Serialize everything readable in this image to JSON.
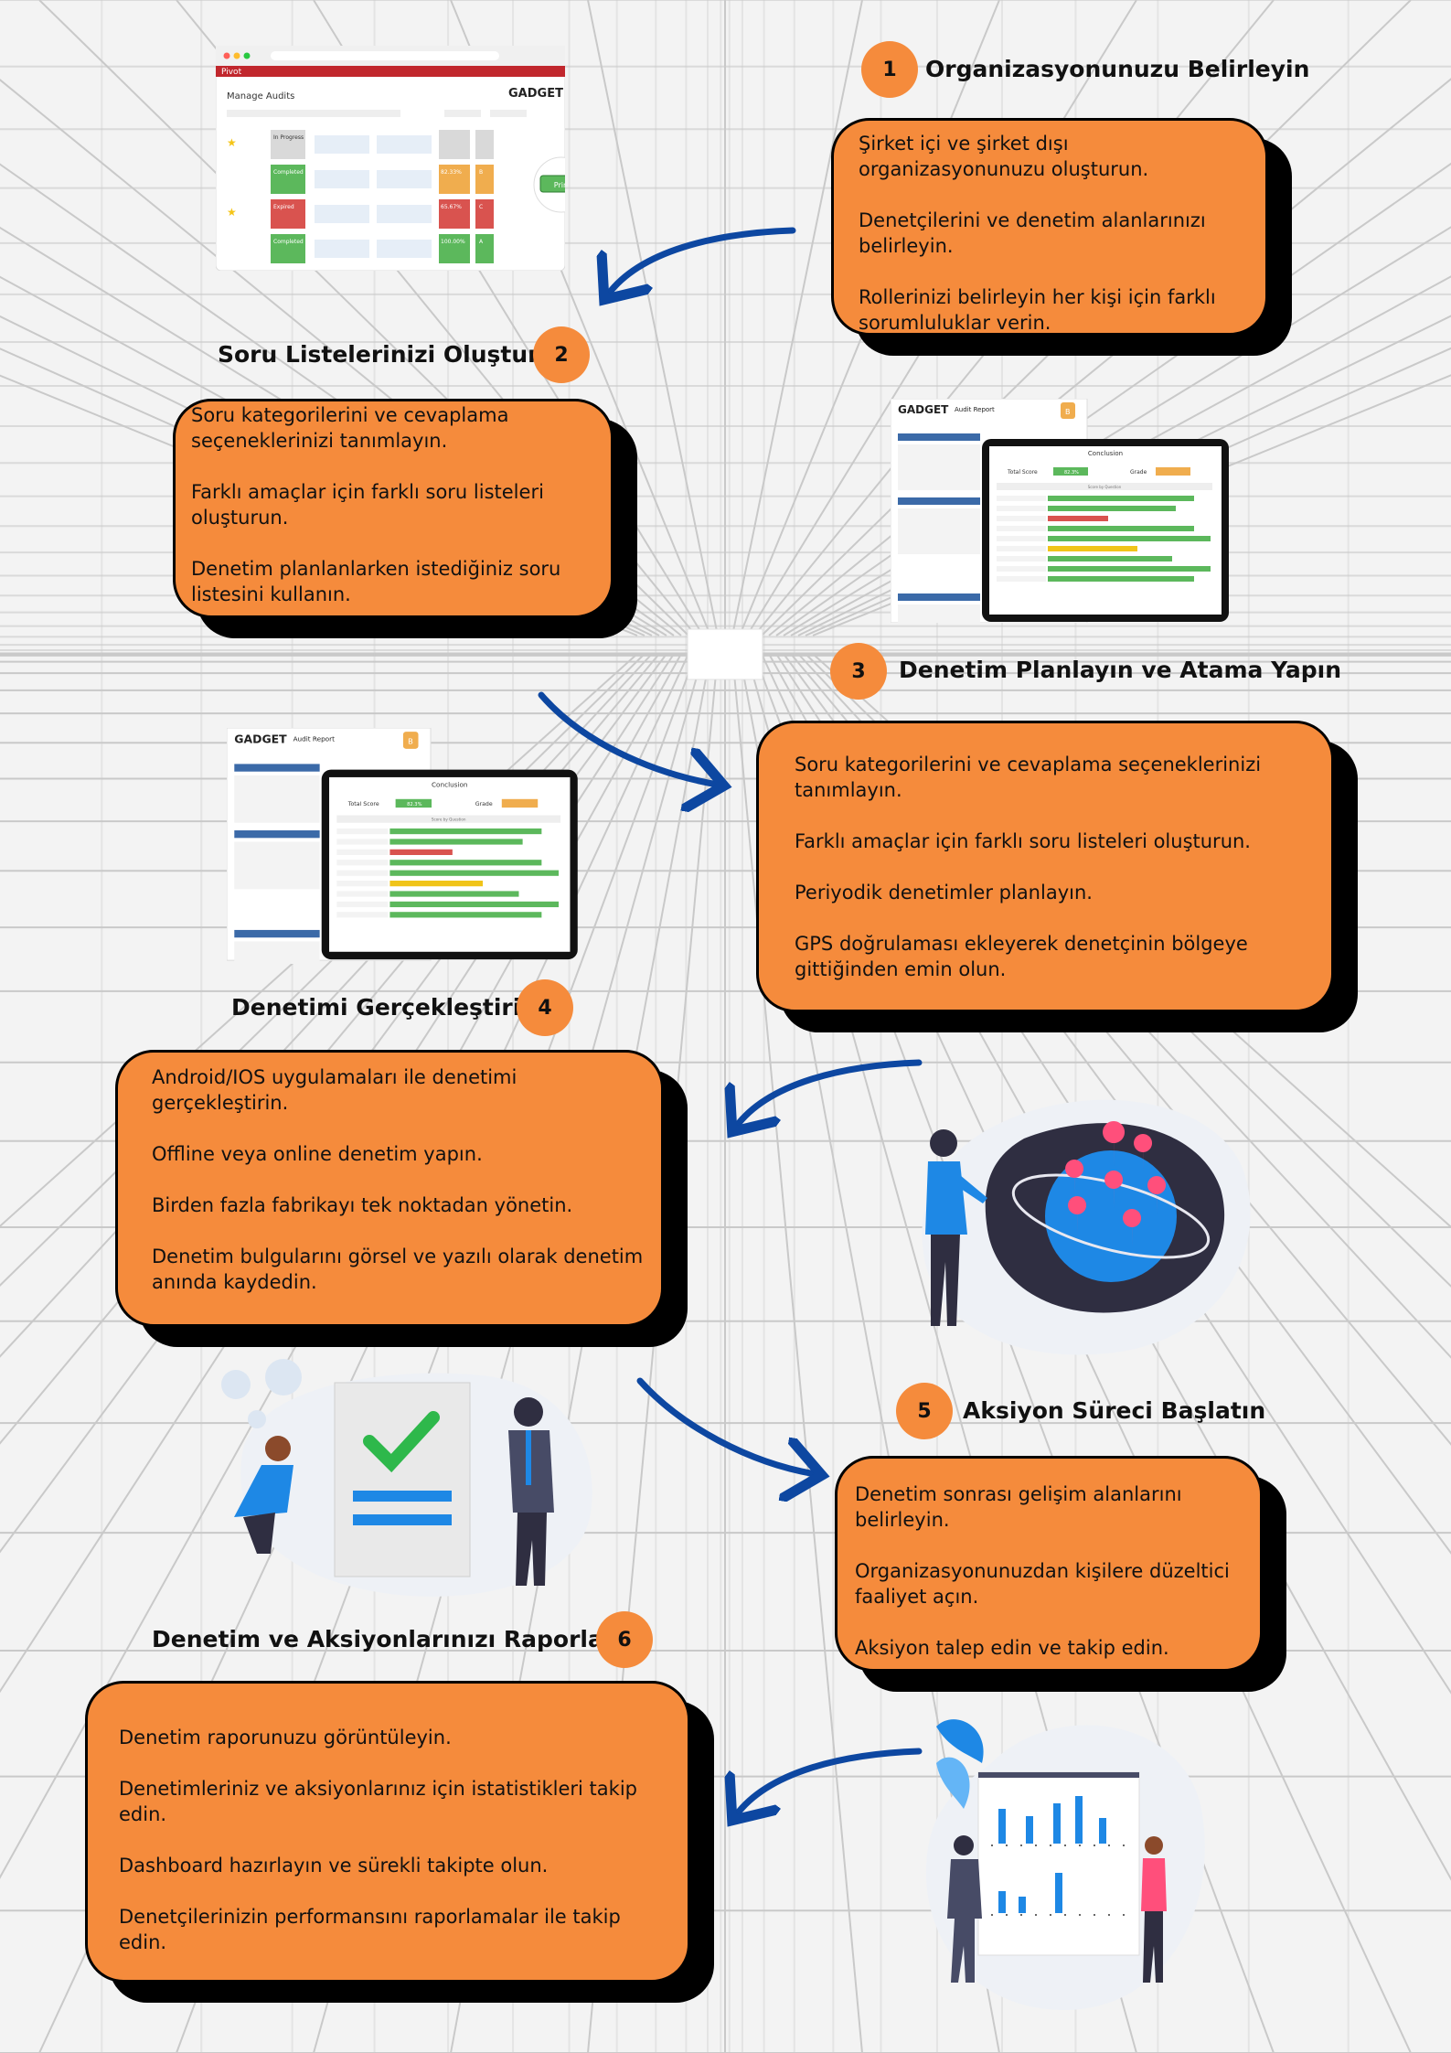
{
  "colors": {
    "accent": "#f58b3c",
    "arrow": "#0d47a1",
    "shadow": "#000000"
  },
  "steps": [
    {
      "number": "1",
      "title": "Organizasyonunuzu Belirleyin",
      "lines": [
        "Şirket içi ve şirket dışı organizasyonunuzu oluşturun.",
        "Denetçilerini ve denetim alanlarınızı belirleyin.",
        "Rollerinizi belirleyin her kişi için farklı sorumluluklar verin."
      ]
    },
    {
      "number": "2",
      "title": "Soru Listelerinizi Oluşturun",
      "lines": [
        "Soru kategorilerini ve cevaplama seçeneklerinizi tanımlayın.",
        "Farklı amaçlar için farklı soru listeleri oluşturun.",
        "Denetim planlanlarken istediğiniz soru listesini kullanın."
      ]
    },
    {
      "number": "3",
      "title": "Denetim Planlayın ve Atama Yapın",
      "lines": [
        "Soru kategorilerini ve cevaplama seçeneklerinizi tanımlayın.",
        "Farklı amaçlar için farklı soru listeleri oluşturun.",
        "Periyodik denetimler planlayın.",
        "GPS doğrulaması ekleyerek denetçinin bölgeye gittiğinden emin olun."
      ]
    },
    {
      "number": "4",
      "title": "Denetimi Gerçekleştirin",
      "lines": [
        "Android/IOS uygulamaları ile denetimi gerçekleştirin.",
        "Offline veya online denetim yapın.",
        "Birden fazla fabrikayı tek noktadan yönetin.",
        "Denetim bulgularını görsel ve yazılı olarak denetim anında kaydedin."
      ]
    },
    {
      "number": "5",
      "title": "Aksiyon Süreci Başlatın",
      "lines": [
        "Denetim sonrası gelişim alanlarını belirleyin.",
        "Organizasyonunuzdan kişilere düzeltici faaliyet açın.",
        "Aksiyon talep edin ve takip edin."
      ]
    },
    {
      "number": "6",
      "title": "Denetim ve Aksiyonlarınızı Raporlayın",
      "lines": [
        "Denetim raporunuzu görüntüleyin.",
        "Denetimleriniz ve aksiyonlarınız için istatistikleri takip edin.",
        "Dashboard hazırlayın ve sürekli takipte olun.",
        "Denetçilerinizin performansını raporlamalar ile takip edin."
      ]
    }
  ],
  "screenshot_manage": {
    "app_name": "Pivot",
    "page_title": "Manage Audits",
    "logo": "GADGET",
    "print_label": "Print",
    "rows": [
      {
        "status": "In Progress",
        "status_color": "#d9d9d9",
        "score": "",
        "grade": ""
      },
      {
        "status": "Completed",
        "status_color": "#5cb85c",
        "score": "82.33%",
        "grade": "B",
        "grade_color": "#f0ad4e"
      },
      {
        "status": "Expired",
        "status_color": "#d9534f",
        "score": "65.67%",
        "grade": "C",
        "grade_color": "#d9534f"
      },
      {
        "status": "Completed",
        "status_color": "#5cb85c",
        "score": "100.00%",
        "grade": "A",
        "grade_color": "#5cb85c"
      }
    ]
  },
  "screenshot_report": {
    "logo": "GADGET",
    "title": "Audit Report",
    "grade": "B",
    "tablet_header": "Conclusion",
    "total_score_label": "Total Score",
    "total_score": "82.3%",
    "grade_label": "Grade",
    "section_label": "Score by Question"
  },
  "icons": [
    "person-globe-illustration",
    "checklist-illustration",
    "bar-chart-illustration",
    "map-pin-icon",
    "star-icon",
    "check-icon"
  ]
}
